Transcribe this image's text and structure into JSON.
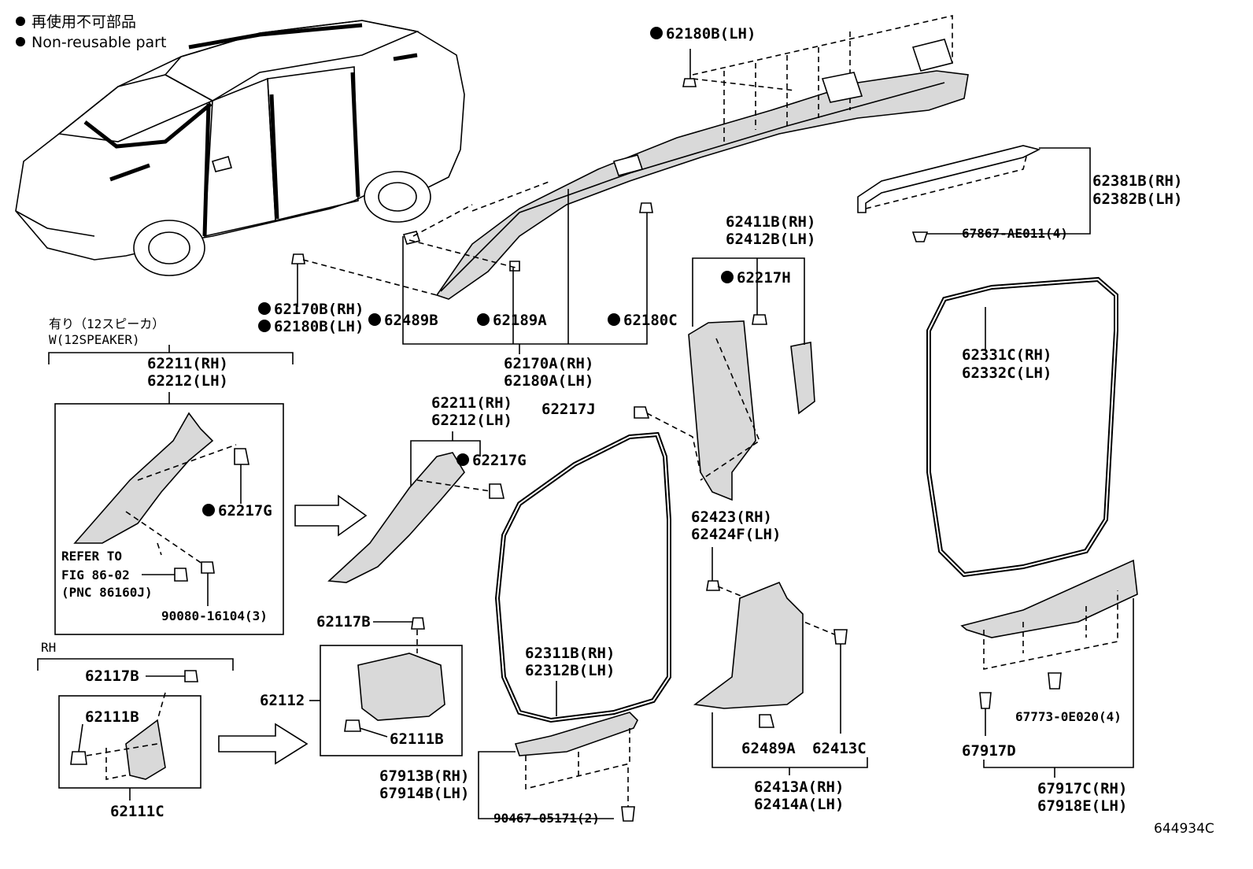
{
  "legend": {
    "reuse_jp": "再使用不可部品",
    "reuse_en": "Non-reusable part"
  },
  "variant": {
    "jp": "有り（12スピーカ）",
    "en": "W(12SPEAKER)"
  },
  "rh_label": "RH",
  "refer": {
    "line1": "REFER TO",
    "line2": "FIG 86-02",
    "line3": "(PNC 86160J)"
  },
  "parts": {
    "p62180B_top": "62180B(LH)",
    "p62170B": "62170B(RH)",
    "p62180B_left": "62180B(LH)",
    "p62489B": "62489B",
    "p62189A": "62189A",
    "p62180C": "62180C",
    "p62170A": "62170A(RH)",
    "p62180A": "62180A(LH)",
    "p62381B": "62381B(RH)",
    "p62382B": "62382B(LH)",
    "p67867": "67867-AE011(4)",
    "p62411B": "62411B(RH)",
    "p62412B": "62412B(LH)",
    "p62217H": "62217H",
    "p62331C": "62331C(RH)",
    "p62332C": "62332C(LH)",
    "p62211_box": "62211(RH)",
    "p62212_box": "62212(LH)",
    "p62217G_box": "62217G",
    "p90080": "90080-16104(3)",
    "p62211_mid": "62211(RH)",
    "p62212_mid": "62212(LH)",
    "p62217G_mid": "62217G",
    "p62217J": "62217J",
    "p62423": "62423(RH)",
    "p62424F": "62424F(LH)",
    "p62117B_rh": "62117B",
    "p62111B_rh": "62111B",
    "p62111C": "62111C",
    "p62117B_mid": "62117B",
    "p62112": "62112",
    "p62111B_mid": "62111B",
    "p62311B": "62311B(RH)",
    "p62312B": "62312B(LH)",
    "p67913B": "67913B(RH)",
    "p67914B": "67914B(LH)",
    "p90467": "90467-05171(2)",
    "p62489A": "62489A",
    "p62413C": "62413C",
    "p62413A": "62413A(RH)",
    "p62414A": "62414A(LH)",
    "p67773": "67773-0E020(4)",
    "p67917D": "67917D",
    "p67917C": "67917C(RH)",
    "p67918E": "67918E(LH)"
  },
  "figure_code": "644934C"
}
